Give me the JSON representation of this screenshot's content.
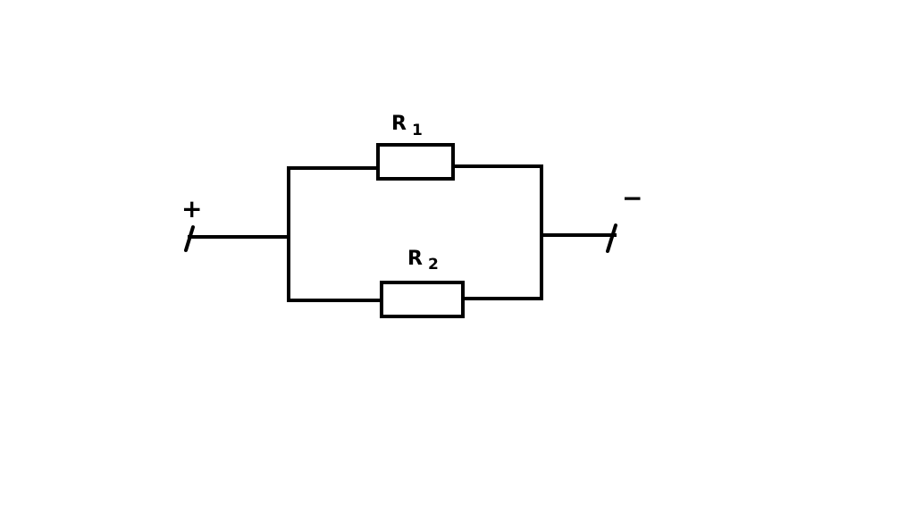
{
  "diagram": {
    "r1_label_main": "R",
    "r1_label_sub": "1",
    "r2_label_main": "R",
    "r2_label_sub": "2",
    "plus_symbol": "+",
    "minus_symbol": "−"
  }
}
